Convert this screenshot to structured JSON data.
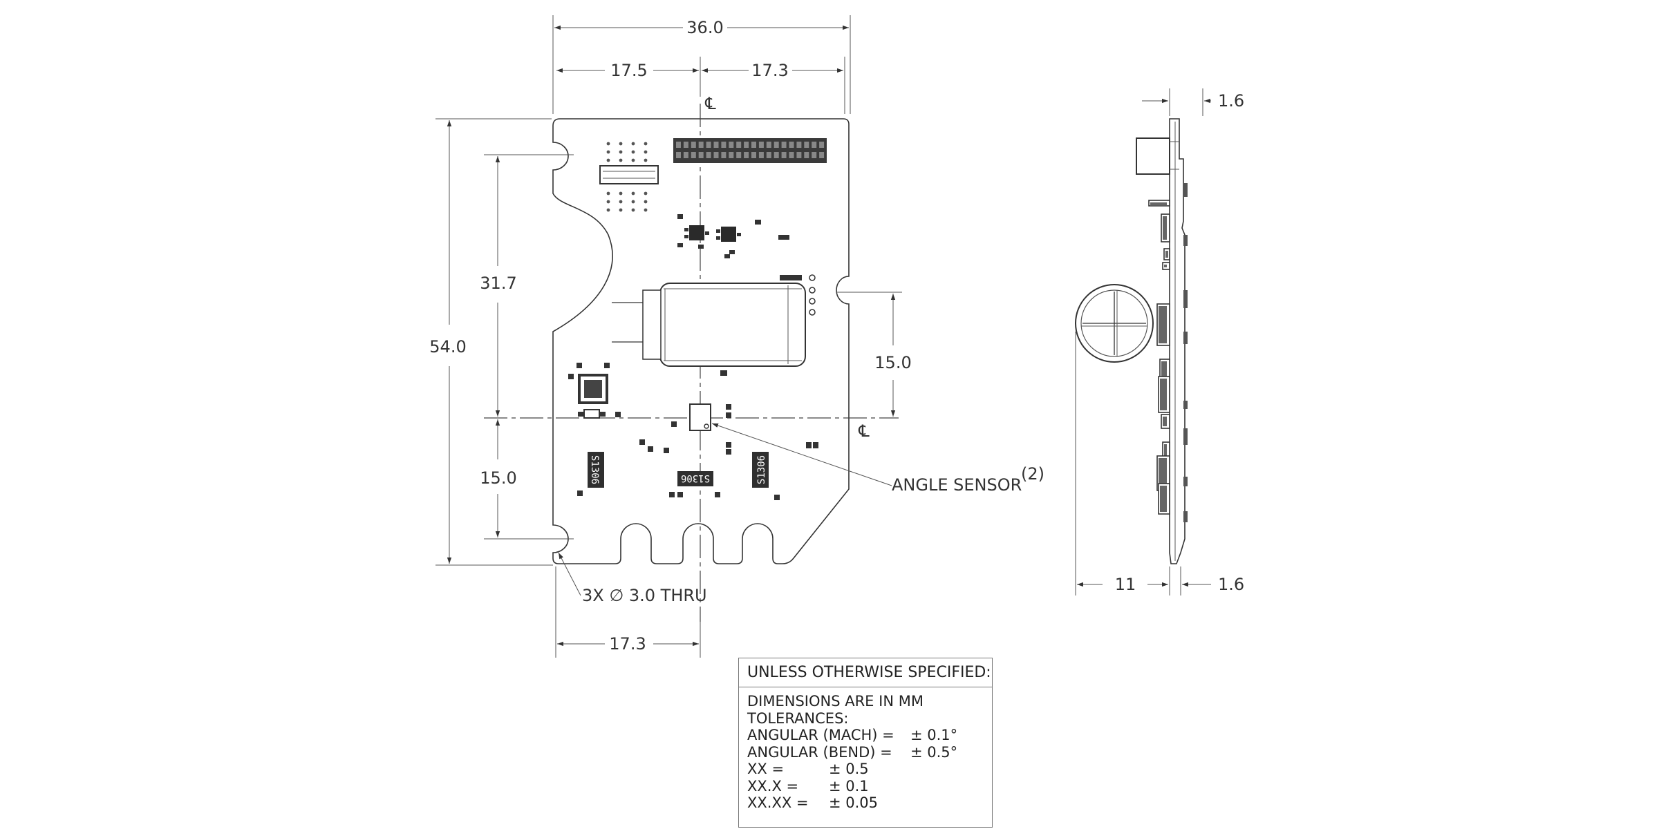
{
  "dimensions": {
    "overall_width": "36.0",
    "left_to_centerline": "17.5",
    "centerline_to_right": "17.3",
    "overall_height": "54.0",
    "hole_vertical_spacing": "31.7",
    "hole_to_centerline_lower": "15.0",
    "notch_to_centerline": "15.0",
    "bottom_hole_to_centerline": "17.3",
    "side_board_thickness_top": "1.6",
    "side_board_thickness_bottom": "1.6",
    "side_component_height": "11"
  },
  "callouts": {
    "angle_sensor": "ANGLE SENSOR",
    "angle_sensor_note": "(2)",
    "holes": "3X ∅ 3.0 THRU",
    "centerline_symbol": "℄"
  },
  "notes_block": {
    "header": "UNLESS OTHERWISE SPECIFIED:",
    "lines": [
      [
        "DIMENSIONS ARE IN MM",
        ""
      ],
      [
        "TOLERANCES:",
        ""
      ],
      [
        "ANGULAR (MACH) =",
        "± 0.1°"
      ],
      [
        "ANGULAR (BEND)  =",
        "± 0.5°"
      ],
      [
        "XX       =",
        "± 0.5"
      ],
      [
        "XX.X     =",
        "± 0.1"
      ],
      [
        "XX.XX =",
        "± 0.05"
      ]
    ]
  },
  "silkscreen": {
    "part_label": "S1306"
  }
}
